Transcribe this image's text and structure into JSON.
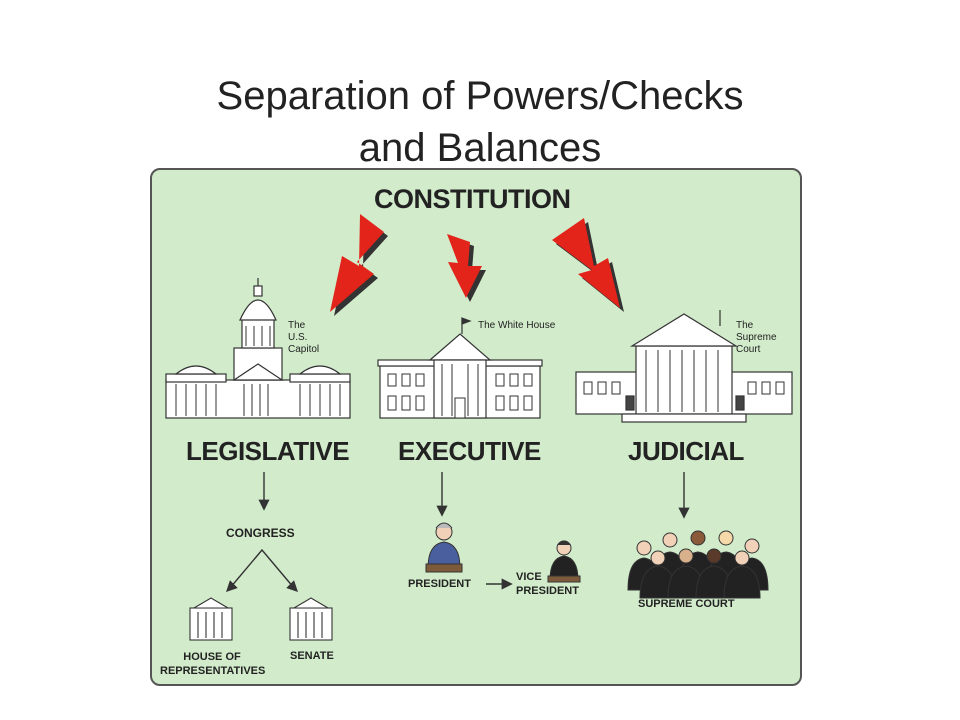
{
  "slide": {
    "title_line1": "Separation of Powers/Checks",
    "title_line2": "and Balances"
  },
  "diagram": {
    "root": "CONSTITUTION",
    "branches": [
      {
        "name": "LEGISLATIVE",
        "building_label": [
          "The",
          "U.S.",
          "Capitol"
        ],
        "body": "CONGRESS",
        "sub_bodies": [
          {
            "label_lines": [
              "HOUSE OF",
              "REPRESENTATIVES"
            ]
          },
          {
            "label_lines": [
              "SENATE"
            ]
          }
        ]
      },
      {
        "name": "EXECUTIVE",
        "building_label": [
          "The White House"
        ],
        "people": [
          {
            "label_lines": [
              "PRESIDENT"
            ]
          },
          {
            "label_lines": [
              "VICE",
              "PRESIDENT"
            ]
          }
        ]
      },
      {
        "name": "JUDICIAL",
        "building_label": [
          "The",
          "Supreme",
          "Court"
        ],
        "body": "SUPREME COURT"
      }
    ]
  },
  "colors": {
    "panel_background": "#d2eccb",
    "arrow_red": "#e3241b",
    "line": "#333333"
  }
}
